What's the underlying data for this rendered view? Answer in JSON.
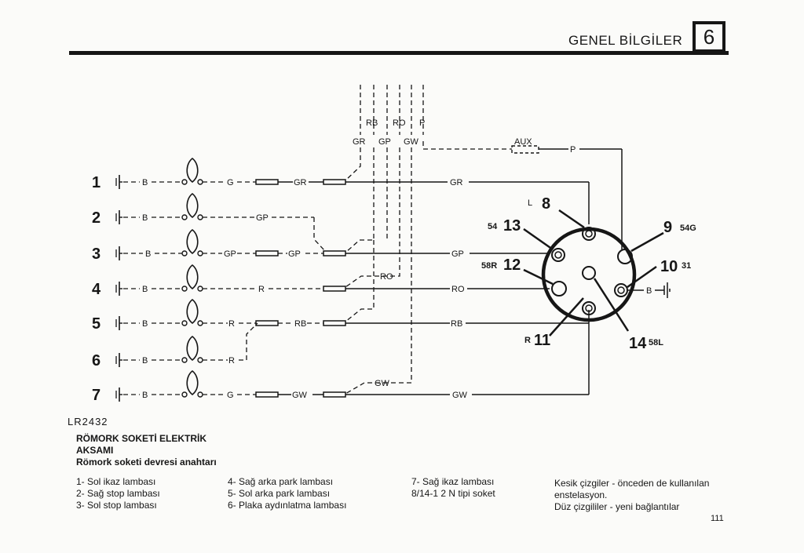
{
  "header": {
    "title": "GENEL BİLGİLER",
    "chapter": "6"
  },
  "figure_id": "LR2432",
  "caption": {
    "title_line1": "RÖMORK SOKETİ ELEKTRİK",
    "title_line2": "AKSAMI",
    "subtitle": "Römork soketi devresi anahtarı"
  },
  "legend": {
    "col1": [
      "1- Sol ikaz lambası",
      "2- Sağ stop lambası",
      "3- Sol stop lambası"
    ],
    "col2": [
      "4- Sağ arka park lambası",
      "5- Sol arka park lambası",
      "6- Plaka aydınlatma lambası"
    ],
    "col3": [
      "7- Sağ ikaz lambası",
      "8/14-1 2 N tipi soket"
    ],
    "col4": [
      "Kesik çizgiler - önceden de kullanılan",
      "enstelasyon.",
      "Düz çizgililer - yeni bağlantılar"
    ]
  },
  "page_number": "111",
  "diagram": {
    "lamp_numbers": [
      "1",
      "2",
      "3",
      "4",
      "5",
      "6",
      "7"
    ],
    "ground_label": "B",
    "wire_labels": {
      "g1": "G",
      "gr1": "GR",
      "gp2": "GP",
      "gp3a": "GP",
      "gp3b": "GP",
      "r4": "R",
      "r5": "R",
      "rb5": "RB",
      "r6": "R",
      "g7": "G",
      "gw7": "GW",
      "bus_rb": "RB",
      "bus_ro": "RO",
      "bus_p": "P",
      "bus_gr": "GR",
      "bus_gp": "GP",
      "bus_gw": "GW",
      "ro_mid": "RO",
      "gw_low": "GW",
      "aux": "AUX",
      "p_right": "P",
      "out_gr": "GR",
      "out_gp": "GP",
      "out_ro": "RO",
      "out_rb": "RB",
      "out_gw": "GW",
      "ground_right": "B"
    },
    "pins": [
      {
        "num": "8",
        "code": "L"
      },
      {
        "num": "13",
        "code": "54"
      },
      {
        "num": "12",
        "code": "58R"
      },
      {
        "num": "11",
        "code": "R"
      },
      {
        "num": "14",
        "code": "58L"
      },
      {
        "num": "10",
        "code": "31"
      },
      {
        "num": "9",
        "code": "54G"
      }
    ]
  }
}
